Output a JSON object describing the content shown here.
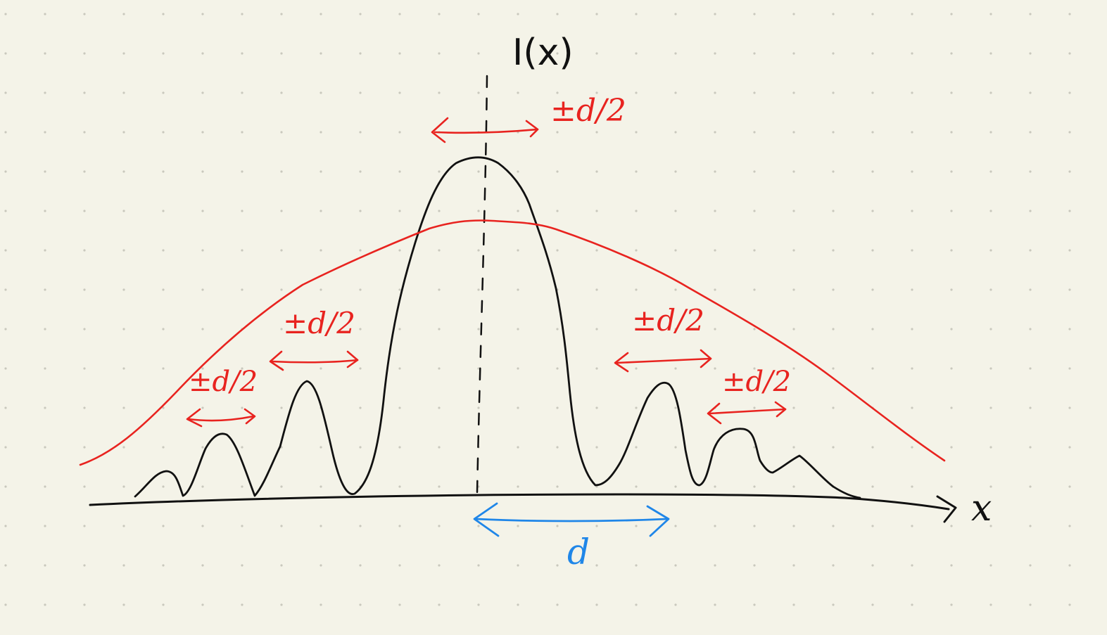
{
  "colors": {
    "paper": "#f4f3e8",
    "dot": "#c9c8bd",
    "ink_black": "#111111",
    "ink_red": "#e8231f",
    "ink_blue": "#1f86e8"
  },
  "labels": {
    "y_axis": "I(x)",
    "x_axis": "x",
    "spacing": "d",
    "top_width": "±d/2",
    "left_outer_width": "±d/2",
    "left_inner_width": "±d/2",
    "right_inner_width": "±d/2",
    "right_outer_width": "±d/2"
  },
  "icons": {
    "x_axis_arrowhead": "arrowhead-right-icon"
  }
}
